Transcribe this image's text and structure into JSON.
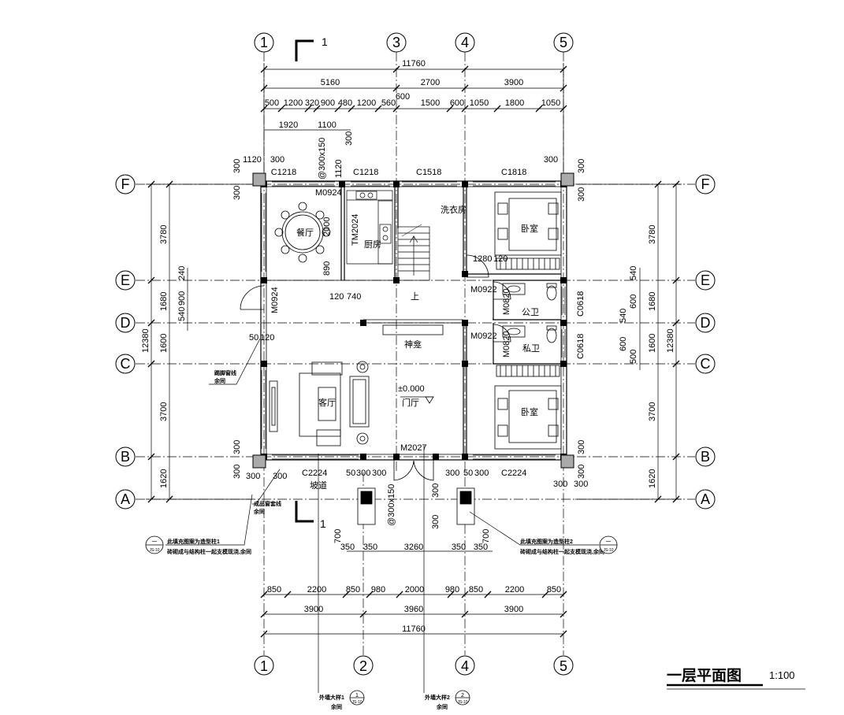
{
  "title": {
    "name": "一层平面图",
    "scale": "1:100"
  },
  "grid_columns": {
    "top": [
      "1",
      "3",
      "4",
      "5"
    ],
    "bottom": [
      "1",
      "2",
      "4",
      "5"
    ]
  },
  "grid_rows": [
    "F",
    "E",
    "D",
    "C",
    "B",
    "A"
  ],
  "section_mark": "1",
  "dimensions": {
    "top_total": "11760",
    "top_chain_1": [
      "5160",
      "2700",
      "3900"
    ],
    "top_chain_2": [
      "500",
      "1200",
      "320",
      "900",
      "480",
      "1200",
      "560",
      "1500",
      "600",
      "1050",
      "1800",
      "1050"
    ],
    "top_extra": [
      "600",
      "1920",
      "1100",
      "300",
      "1120",
      "300",
      "300",
      "300"
    ],
    "bottom_chain_1": [
      "850",
      "2200",
      "850",
      "980",
      "2000",
      "980",
      "850",
      "2200",
      "850"
    ],
    "bottom_chain_2": [
      "3900",
      "3960",
      "3900"
    ],
    "bottom_total": "11760",
    "porch": [
      "350",
      "350",
      "3260",
      "350",
      "350"
    ],
    "left_chain": [
      "3780",
      "1680",
      "1600",
      "3700",
      "1620"
    ],
    "left_total": "12380",
    "left_extra": [
      "240",
      "900",
      "540"
    ],
    "right_chain": [
      "3780",
      "1680",
      "1600",
      "3700",
      "1620"
    ],
    "right_total": "12380",
    "right_extra": [
      "540",
      "600",
      "540",
      "600",
      "500"
    ],
    "misc": [
      "300",
      "300",
      "300",
      "300",
      "300",
      "300",
      "300",
      "300",
      "300",
      "300",
      "50",
      "120",
      "120",
      "740",
      "1280",
      "120",
      "50",
      "300",
      "300",
      "300",
      "50",
      "300",
      "300",
      "300",
      "600",
      "600",
      "50",
      "50",
      "700",
      "700",
      "300",
      "300",
      "890",
      "2000"
    ]
  },
  "openings": {
    "windows": [
      "C1218",
      "C1218",
      "C1518",
      "C1818",
      "C2224",
      "C2224",
      "C0618",
      "C0618"
    ],
    "doors": [
      "M0924",
      "M0924",
      "TM2024",
      "M0922",
      "M0922",
      "M0820",
      "M0820",
      "M2027"
    ],
    "column_tags": [
      "@300x150",
      "@300x150"
    ]
  },
  "rooms": {
    "dining": "餐厅",
    "kitchen": "厨房",
    "laundry": "洗衣房",
    "bedroom_1": "卧室",
    "bedroom_2": "卧室",
    "public_wc": "公卫",
    "private_wc": "私卫",
    "shrine": "神龛",
    "living": "客厅",
    "hall": "门厅",
    "level": "±0.000",
    "stair_up": "上",
    "ramp": "坡道"
  },
  "notes": {
    "left_sill_1": "踢脚窗线",
    "left_sill_2": "余同",
    "window_sill_1": "成品窗套线",
    "window_sill_2": "余同",
    "left_callout_1": "此填充图案为造型柱1",
    "left_callout_2": "砖砌成与结构柱一起支模现浇,余同",
    "right_callout_1": "此填充图案为造型柱2",
    "right_callout_2": "砖砌成与结构柱一起支模现浇,余同",
    "detail_1": "外墙大样1",
    "detail_2": "外墙大样2",
    "detail_same": "余同",
    "detail_1_no": "1",
    "detail_2_no": "2",
    "sheet_ref": "JS-10",
    "bubble_num": "一"
  }
}
